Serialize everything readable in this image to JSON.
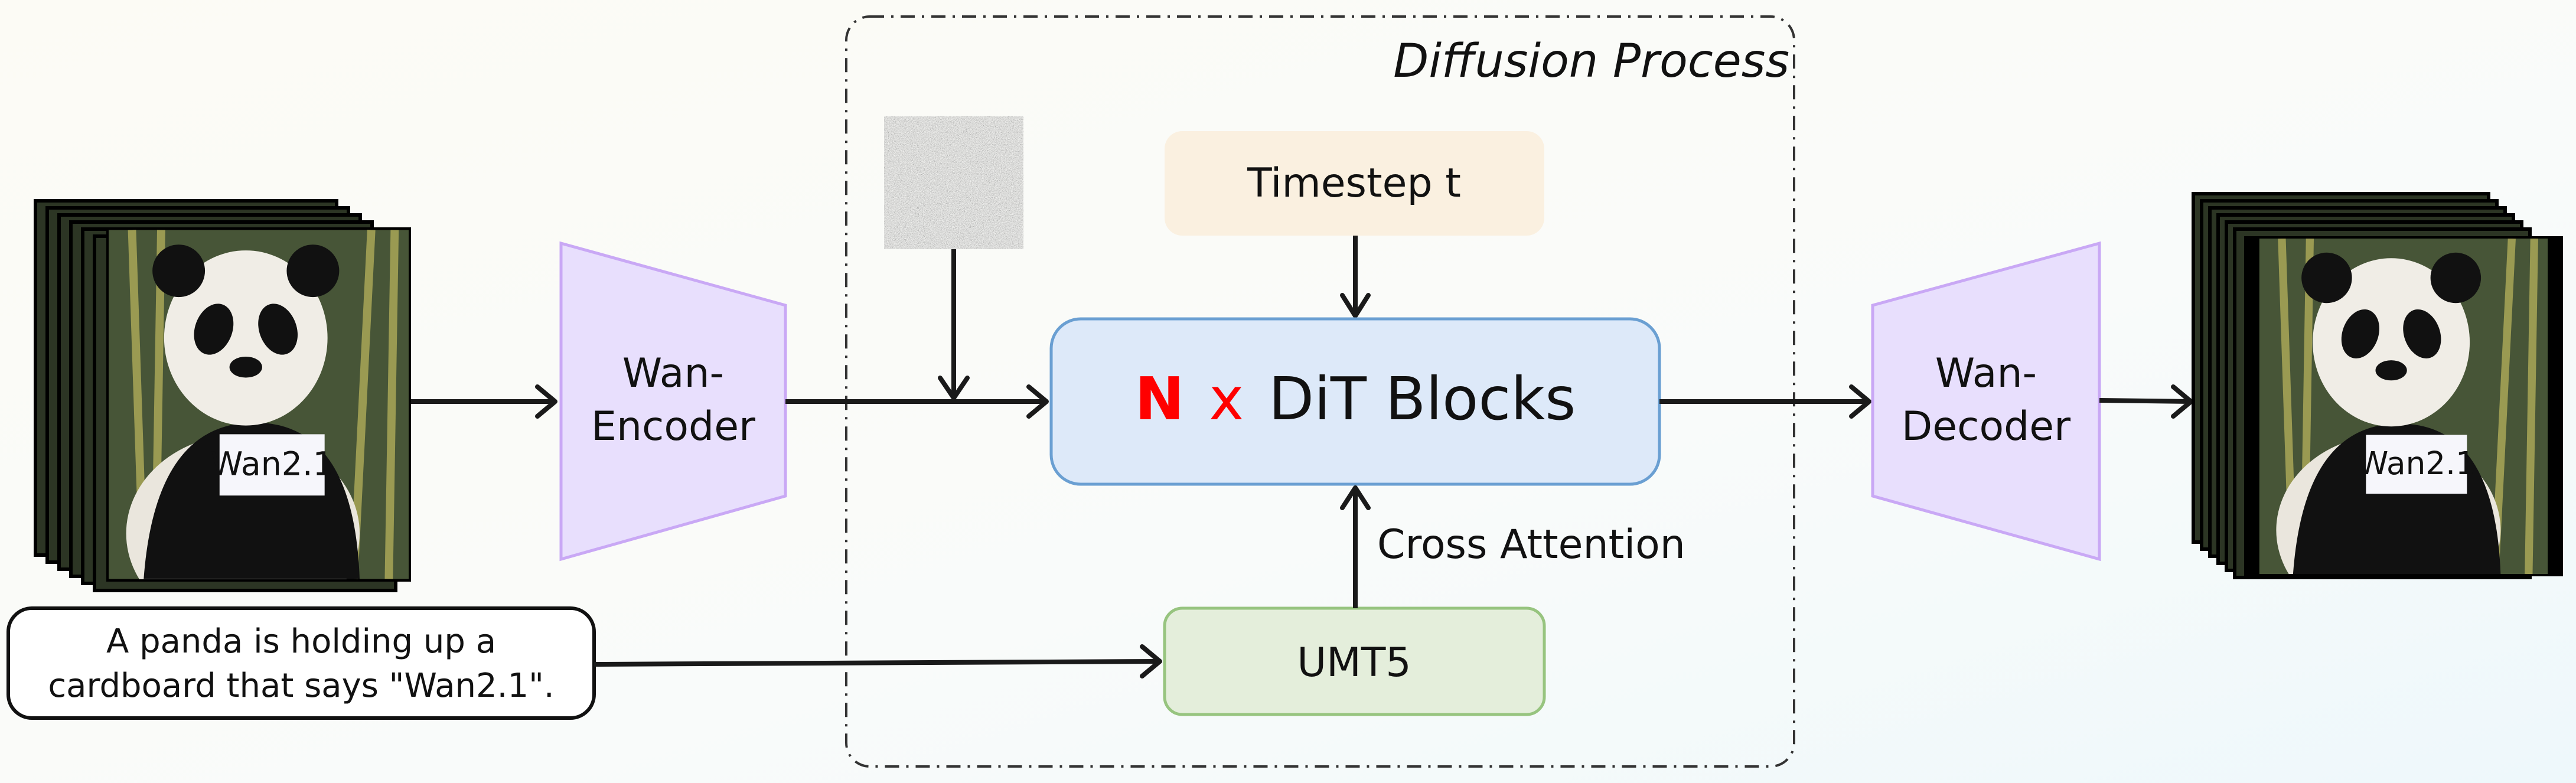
{
  "diagram": {
    "diffusion_label": "Diffusion Process",
    "encoder": {
      "line1": "Wan-",
      "line2": "Encoder"
    },
    "decoder": {
      "line1": "Wan-",
      "line2": "Decoder"
    },
    "timestep": "Timestep t",
    "dit": {
      "n": "N",
      "x": "x",
      "label": "DiT Blocks"
    },
    "cross_attention": "Cross Attention",
    "text_encoder": "UMT5",
    "prompt": {
      "line1": "A panda is holding up a",
      "line2": "cardboard that says \"Wan2.1\"."
    },
    "sign_text": "Wan2.1"
  },
  "colors": {
    "encoder_fill": "#e8dffd",
    "encoder_stroke": "#c9a8f5",
    "timestep_fill": "#faf0e0",
    "dit_fill": "#dde9f9",
    "dit_stroke": "#6a9fd2",
    "umt5_fill": "#e4eedb",
    "umt5_stroke": "#97c47f",
    "highlight": "#ff0000"
  }
}
